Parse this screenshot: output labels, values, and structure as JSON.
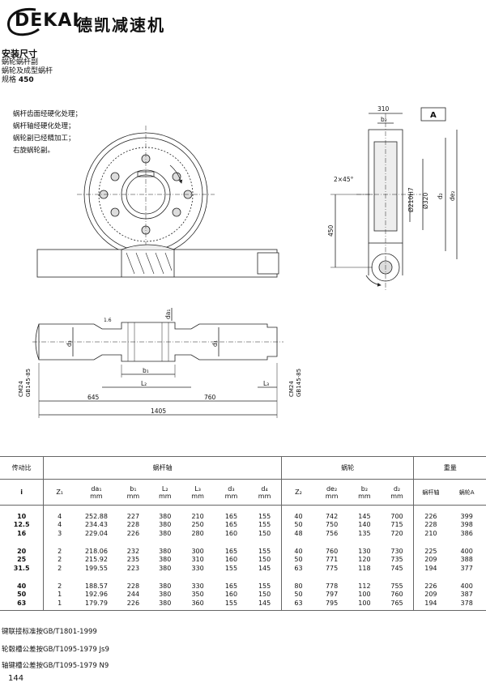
{
  "brand": {
    "logo_text": "DEKAI",
    "chinese_name": "德凯减速机"
  },
  "header": {
    "title": "安装尺寸",
    "line1": "蜗轮蜗杆副",
    "line2": "蜗轮及成型蜗杆",
    "spec_label": "规格",
    "spec_value": "450"
  },
  "notes": [
    "蜗杆齿面经硬化处理；",
    "蜗杆轴经硬化处理；",
    "蜗轮副已经精加工；",
    "右旋蜗轮副。"
  ],
  "drawing": {
    "section_label": "A",
    "dim_310": "310",
    "dim_b2": "b₂",
    "dim_chamfer": "2×45°",
    "dim_bore": "Ø210H7",
    "dim_hub": "Ø320",
    "dim_d2": "d₂",
    "dim_de2": "de₂",
    "dim_450": "450",
    "dim_da1": "da₁",
    "dim_d3": "d₃",
    "dim_d4": "d₄",
    "dim_b1": "b₁",
    "dim_L2": "L₂",
    "dim_L3": "L₃",
    "dim_645": "645",
    "dim_760": "760",
    "dim_1405": "1405",
    "keyway_left": "CM24\nGB145-85",
    "keyway_right": "CM24\nGB145-85",
    "roughness": "1.6"
  },
  "table": {
    "col_ratio": "传动比",
    "col_worm_shaft": "蜗杆轴",
    "col_worm_wheel": "蜗轮",
    "col_weight": "重量",
    "sub_headers": [
      "i",
      "Z₁",
      "da₁\nmm",
      "b₁\nmm",
      "L₂\nmm",
      "L₃\nmm",
      "d₃\nmm",
      "d₄\nmm",
      "Z₂",
      "de₂\nmm",
      "b₂\nmm",
      "d₂\nmm",
      "蜗杆轴",
      "蜗轮A"
    ],
    "groups": [
      [
        [
          "10",
          "4",
          "252.88",
          "227",
          "380",
          "210",
          "165",
          "155",
          "40",
          "742",
          "145",
          "700",
          "226",
          "399"
        ],
        [
          "12.5",
          "4",
          "234.43",
          "228",
          "380",
          "250",
          "165",
          "155",
          "50",
          "750",
          "140",
          "715",
          "228",
          "398"
        ],
        [
          "16",
          "3",
          "229.04",
          "226",
          "380",
          "280",
          "160",
          "150",
          "48",
          "756",
          "135",
          "720",
          "210",
          "386"
        ]
      ],
      [
        [
          "20",
          "2",
          "218.06",
          "232",
          "380",
          "300",
          "165",
          "155",
          "40",
          "760",
          "130",
          "730",
          "225",
          "400"
        ],
        [
          "25",
          "2",
          "215.92",
          "235",
          "380",
          "310",
          "160",
          "150",
          "50",
          "771",
          "120",
          "735",
          "209",
          "388"
        ],
        [
          "31.5",
          "2",
          "199.55",
          "223",
          "380",
          "330",
          "155",
          "145",
          "63",
          "775",
          "118",
          "745",
          "194",
          "377"
        ]
      ],
      [
        [
          "40",
          "2",
          "188.57",
          "228",
          "380",
          "330",
          "165",
          "155",
          "80",
          "778",
          "112",
          "755",
          "226",
          "400"
        ],
        [
          "50",
          "1",
          "192.96",
          "244",
          "380",
          "350",
          "160",
          "150",
          "50",
          "797",
          "100",
          "760",
          "209",
          "387"
        ],
        [
          "63",
          "1",
          "179.79",
          "226",
          "380",
          "360",
          "155",
          "145",
          "63",
          "795",
          "100",
          "765",
          "194",
          "378"
        ]
      ]
    ]
  },
  "footnotes": [
    "键联接标准按GB/T1801-1999",
    "轮毂槽公差按GB/T1095-1979 Js9",
    "轴键槽公差按GB/T1095-1979 N9"
  ],
  "page_number": "144"
}
